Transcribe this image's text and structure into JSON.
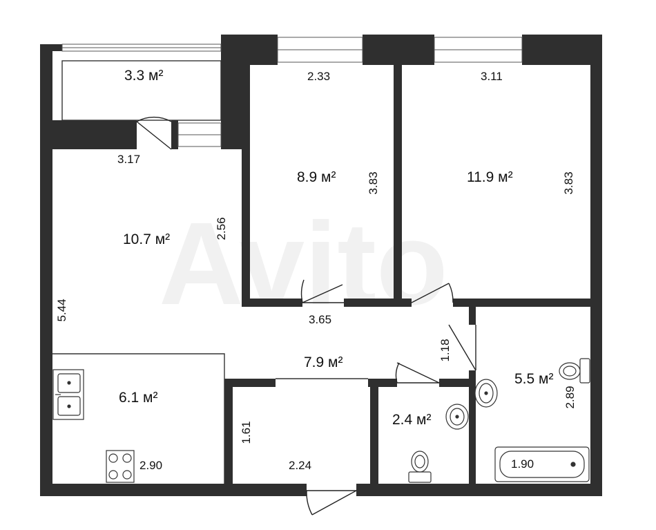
{
  "rooms": {
    "balcony": {
      "area": "3.3 м²"
    },
    "living": {
      "area": "10.7 м²",
      "width": "3.17",
      "height": "2.56",
      "side": "5.44"
    },
    "bedroom_small": {
      "area": "8.9 м²",
      "width": "2.33",
      "height": "3.83"
    },
    "bedroom_large": {
      "area": "11.9 м²",
      "width": "3.11",
      "height": "3.83"
    },
    "hall": {
      "area": "7.9 м²",
      "width": "3.65",
      "depth": "1.18"
    },
    "kitchen": {
      "area": "6.1 м²",
      "width": "2.90"
    },
    "storage": {
      "width": "2.24",
      "height": "1.61"
    },
    "wc": {
      "area": "2.4 м²"
    },
    "bathroom": {
      "area": "5.5 м²",
      "height": "2.89",
      "bath": "1.90"
    }
  },
  "watermark": "Avito",
  "colors": {
    "wall": "#2f2f2f",
    "background": "#ffffff"
  }
}
